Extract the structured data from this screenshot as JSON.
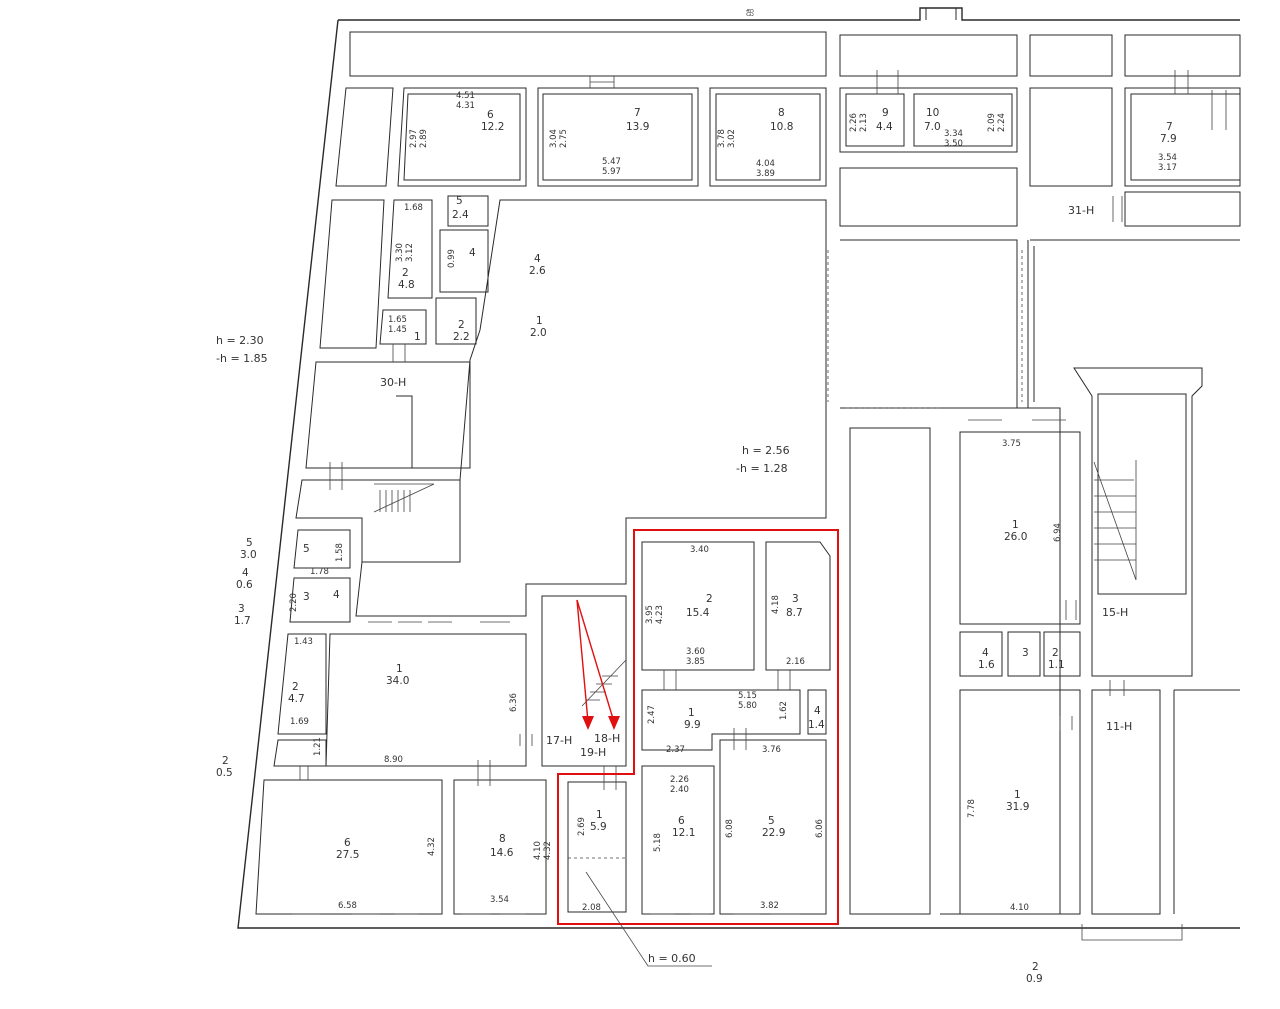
{
  "colors": {
    "line": "#2a2a2a",
    "highlight": "#e01010",
    "background": "#ffffff"
  },
  "heights": [
    {
      "id": "h1",
      "top": "h = 2.30",
      "bottom": "-h = 1.85"
    },
    {
      "id": "h2",
      "top": "h = 2.56",
      "bottom": "-h = 1.28"
    },
    {
      "id": "h3",
      "top": "h = 0.60"
    }
  ],
  "corridors": [
    "30-H",
    "31-H",
    "17-H",
    "18-H",
    "19-H",
    "15-H",
    "11-H"
  ],
  "rooms": [
    {
      "id": "r6top",
      "num": "6",
      "area": "12.2"
    },
    {
      "id": "r7top",
      "num": "7",
      "area": "13.9"
    },
    {
      "id": "r8top",
      "num": "8",
      "area": "10.8"
    },
    {
      "id": "r9top",
      "num": "9",
      "area": "4.4"
    },
    {
      "id": "r10top",
      "num": "10",
      "area": "7.0"
    },
    {
      "id": "r7right",
      "num": "7",
      "area": "7.9"
    },
    {
      "id": "r5small",
      "num": "5",
      "area": "2.4"
    },
    {
      "id": "r4mid",
      "num": "4",
      "area": ""
    },
    {
      "id": "r2small",
      "num": "2",
      "area": "4.8"
    },
    {
      "id": "r2toilet",
      "num": "2",
      "area": "2.2"
    },
    {
      "id": "r1small",
      "num": "1",
      "area": ""
    },
    {
      "id": "r4big",
      "num": "4",
      "area": "2.6"
    },
    {
      "id": "r1big",
      "num": "1",
      "area": "2.0"
    },
    {
      "id": "r5left",
      "num": "5",
      "area": ""
    },
    {
      "id": "r3left",
      "num": "3",
      "area": ""
    },
    {
      "id": "r4left",
      "num": "4",
      "area": ""
    },
    {
      "id": "r2left",
      "num": "2",
      "area": "4.7"
    },
    {
      "id": "r1hall",
      "num": "1",
      "area": "34.0"
    },
    {
      "id": "r6bottom",
      "num": "6",
      "area": "27.5"
    },
    {
      "id": "r8bottom",
      "num": "8",
      "area": "14.6"
    },
    {
      "id": "r2red",
      "num": "2",
      "area": "15.4"
    },
    {
      "id": "r3red",
      "num": "3",
      "area": "8.7"
    },
    {
      "id": "r1red",
      "num": "1",
      "area": "9.9"
    },
    {
      "id": "r4red",
      "num": "4",
      "area": "1.4"
    },
    {
      "id": "r1wc",
      "num": "1",
      "area": "5.9"
    },
    {
      "id": "r6red",
      "num": "6",
      "area": "12.1"
    },
    {
      "id": "r5red",
      "num": "5",
      "area": "22.9"
    },
    {
      "id": "r1right",
      "num": "1",
      "area": "26.0"
    },
    {
      "id": "r4right",
      "num": "4",
      "area": "1.6"
    },
    {
      "id": "r3right",
      "num": "3",
      "area": ""
    },
    {
      "id": "r2right",
      "num": "2",
      "area": "1.1"
    },
    {
      "id": "r1far",
      "num": "1",
      "area": "31.9"
    }
  ],
  "outside": [
    {
      "id": "o5",
      "num": "5",
      "area": "3.0"
    },
    {
      "id": "o4",
      "num": "4",
      "area": "0.6"
    },
    {
      "id": "o3",
      "num": "3",
      "area": "1.7"
    },
    {
      "id": "o2",
      "num": "2",
      "area": "0.5"
    },
    {
      "id": "o2b",
      "num": "2",
      "area": "0.9"
    }
  ],
  "dims": [
    {
      "id": "d1",
      "value": "4.51"
    },
    {
      "id": "d2",
      "value": "4.31"
    },
    {
      "id": "d3",
      "value": "2.97"
    },
    {
      "id": "d4",
      "value": "2.89"
    },
    {
      "id": "d5",
      "value": "3.04"
    },
    {
      "id": "d6",
      "value": "2.75"
    },
    {
      "id": "d7",
      "value": "5.47"
    },
    {
      "id": "d8",
      "value": "5.97"
    },
    {
      "id": "d9",
      "value": "3.78"
    },
    {
      "id": "d10",
      "value": "3.02"
    },
    {
      "id": "d11",
      "value": "4.04"
    },
    {
      "id": "d12",
      "value": "3.89"
    },
    {
      "id": "d13",
      "value": "2.26"
    },
    {
      "id": "d14",
      "value": "2.13"
    },
    {
      "id": "d15",
      "value": "3.34"
    },
    {
      "id": "d16",
      "value": "3.50"
    },
    {
      "id": "d17",
      "value": "2.09"
    },
    {
      "id": "d18",
      "value": "2.24"
    },
    {
      "id": "d19",
      "value": "3.54"
    },
    {
      "id": "d20",
      "value": "3.17"
    },
    {
      "id": "d21",
      "value": "1.68"
    },
    {
      "id": "d22",
      "value": "3.30"
    },
    {
      "id": "d23",
      "value": "3.12"
    },
    {
      "id": "d24",
      "value": "0.99"
    },
    {
      "id": "d25",
      "value": "1.65"
    },
    {
      "id": "d26",
      "value": "1.45"
    },
    {
      "id": "d27",
      "value": "3.40"
    },
    {
      "id": "d28",
      "value": "3.95"
    },
    {
      "id": "d29",
      "value": "4.23"
    },
    {
      "id": "d30",
      "value": "3.60"
    },
    {
      "id": "d31",
      "value": "3.85"
    },
    {
      "id": "d32",
      "value": "4.18"
    },
    {
      "id": "d33",
      "value": "2.16"
    },
    {
      "id": "d34",
      "value": "5.15"
    },
    {
      "id": "d35",
      "value": "5.80"
    },
    {
      "id": "d36",
      "value": "2.47"
    },
    {
      "id": "d37",
      "value": "1.62"
    },
    {
      "id": "d38",
      "value": "2.37"
    },
    {
      "id": "d39",
      "value": "3.76"
    },
    {
      "id": "d40",
      "value": "2.26"
    },
    {
      "id": "d41",
      "value": "2.40"
    },
    {
      "id": "d42",
      "value": "2.69"
    },
    {
      "id": "d43",
      "value": "5.18"
    },
    {
      "id": "d44",
      "value": "6.08"
    },
    {
      "id": "d45",
      "value": "6.06"
    },
    {
      "id": "d46",
      "value": "2.08"
    },
    {
      "id": "d47",
      "value": "3.82"
    },
    {
      "id": "d48",
      "value": "1.58"
    },
    {
      "id": "d49",
      "value": "1.78"
    },
    {
      "id": "d50",
      "value": "2.20"
    },
    {
      "id": "d51",
      "value": "1.43"
    },
    {
      "id": "d52",
      "value": "1.69"
    },
    {
      "id": "d53",
      "value": "1.21"
    },
    {
      "id": "d54",
      "value": "6.36"
    },
    {
      "id": "d55",
      "value": "8.90"
    },
    {
      "id": "d56",
      "value": "4.32"
    },
    {
      "id": "d57",
      "value": "6.58"
    },
    {
      "id": "d58",
      "value": "4.10"
    },
    {
      "id": "d59",
      "value": "4.32"
    },
    {
      "id": "d60",
      "value": "3.54"
    },
    {
      "id": "d61",
      "value": "3.75"
    },
    {
      "id": "d62",
      "value": "6.94"
    },
    {
      "id": "d63",
      "value": "7.78"
    },
    {
      "id": "d64",
      "value": "4.10"
    }
  ],
  "marks": {
    "top_glyph": "ஐ"
  }
}
